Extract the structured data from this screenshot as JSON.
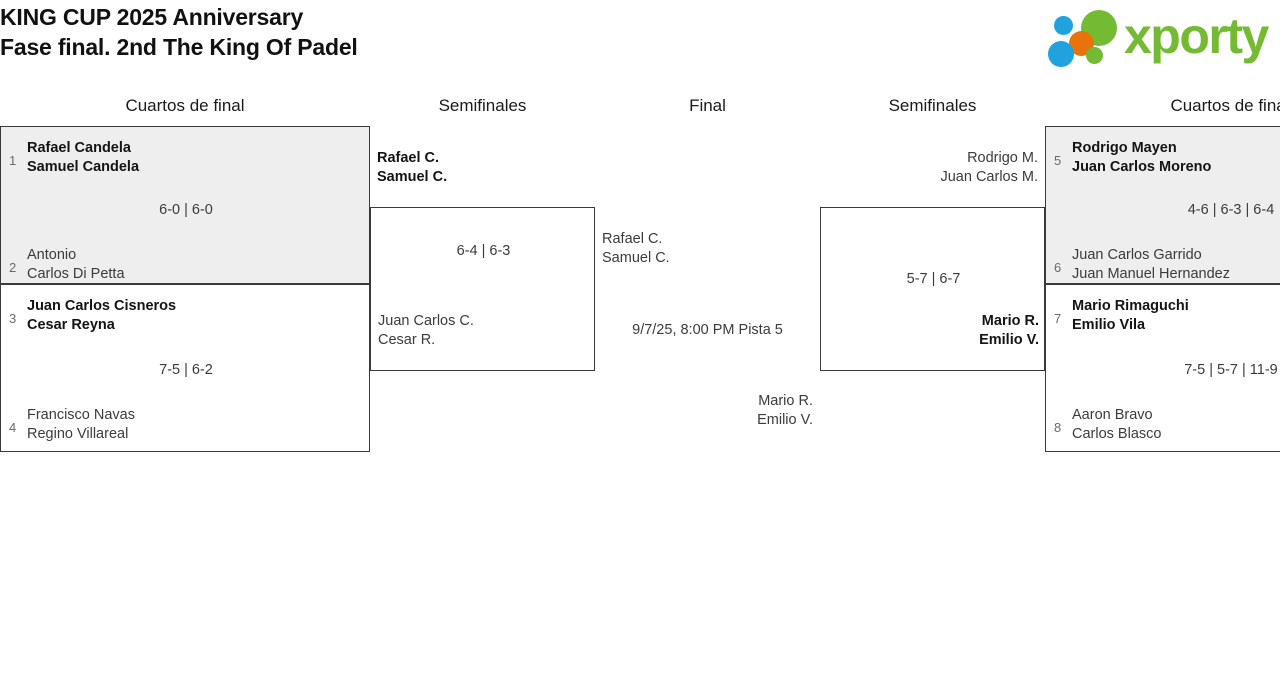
{
  "header": {
    "title_line1": "KING CUP 2025 Anniversary",
    "title_line2": "Fase final. 2nd The King Of Padel",
    "logo_word": "xporty"
  },
  "rounds": {
    "qf_left": "Cuartos de final",
    "sf_left": "Semifinales",
    "final": "Final",
    "sf_right": "Semifinales",
    "qf_right": "Cuartos de final"
  },
  "bracket": {
    "qf1": {
      "top": {
        "seed": "1",
        "p1": "Rafael Candela",
        "p2": "Samuel Candela"
      },
      "bottom": {
        "seed": "2",
        "p1": "Antonio",
        "p2": "Carlos Di Petta"
      },
      "score": "6-0 | 6-0"
    },
    "qf2": {
      "top": {
        "seed": "3",
        "p1": "Juan Carlos Cisneros",
        "p2": "Cesar Reyna"
      },
      "bottom": {
        "seed": "4",
        "p1": "Francisco Navas",
        "p2": "Regino Villareal"
      },
      "score": "7-5 | 6-2"
    },
    "qf3": {
      "top": {
        "seed": "5",
        "p1": "Rodrigo Mayen",
        "p2": "Juan Carlos Moreno"
      },
      "bottom": {
        "seed": "6",
        "p1": "Juan Carlos Garrido",
        "p2": "Juan Manuel Hernandez"
      },
      "score": "4-6 | 6-3 | 6-4"
    },
    "qf4": {
      "top": {
        "seed": "7",
        "p1": "Mario Rimaguchi",
        "p2": "Emilio Vila"
      },
      "bottom": {
        "seed": "8",
        "p1": "Aaron Bravo",
        "p2": "Carlos Blasco"
      },
      "score": "7-5 | 5-7 | 11-9"
    },
    "sf1": {
      "top": {
        "p1": "Rafael C.",
        "p2": "Samuel C."
      },
      "bottom": {
        "p1": "Juan Carlos C.",
        "p2": "Cesar R."
      },
      "score": "6-4 | 6-3"
    },
    "sf2": {
      "top": {
        "p1": "Rodrigo M.",
        "p2": "Juan Carlos M."
      },
      "bottom": {
        "p1": "Mario R.",
        "p2": "Emilio V."
      },
      "score": "5-7 | 6-7"
    },
    "final": {
      "top": {
        "p1": "Rafael C.",
        "p2": "Samuel C."
      },
      "bottom": {
        "p1": "Mario R.",
        "p2": "Emilio V."
      },
      "schedule": "9/7/25, 8:00 PM Pista 5"
    }
  },
  "colors": {
    "brand_green": "#74bb33",
    "brand_blue": "#1fa2dd",
    "brand_orange": "#e8720c",
    "shaded_row": "#eeeeee",
    "border": "#3a3a3a"
  }
}
